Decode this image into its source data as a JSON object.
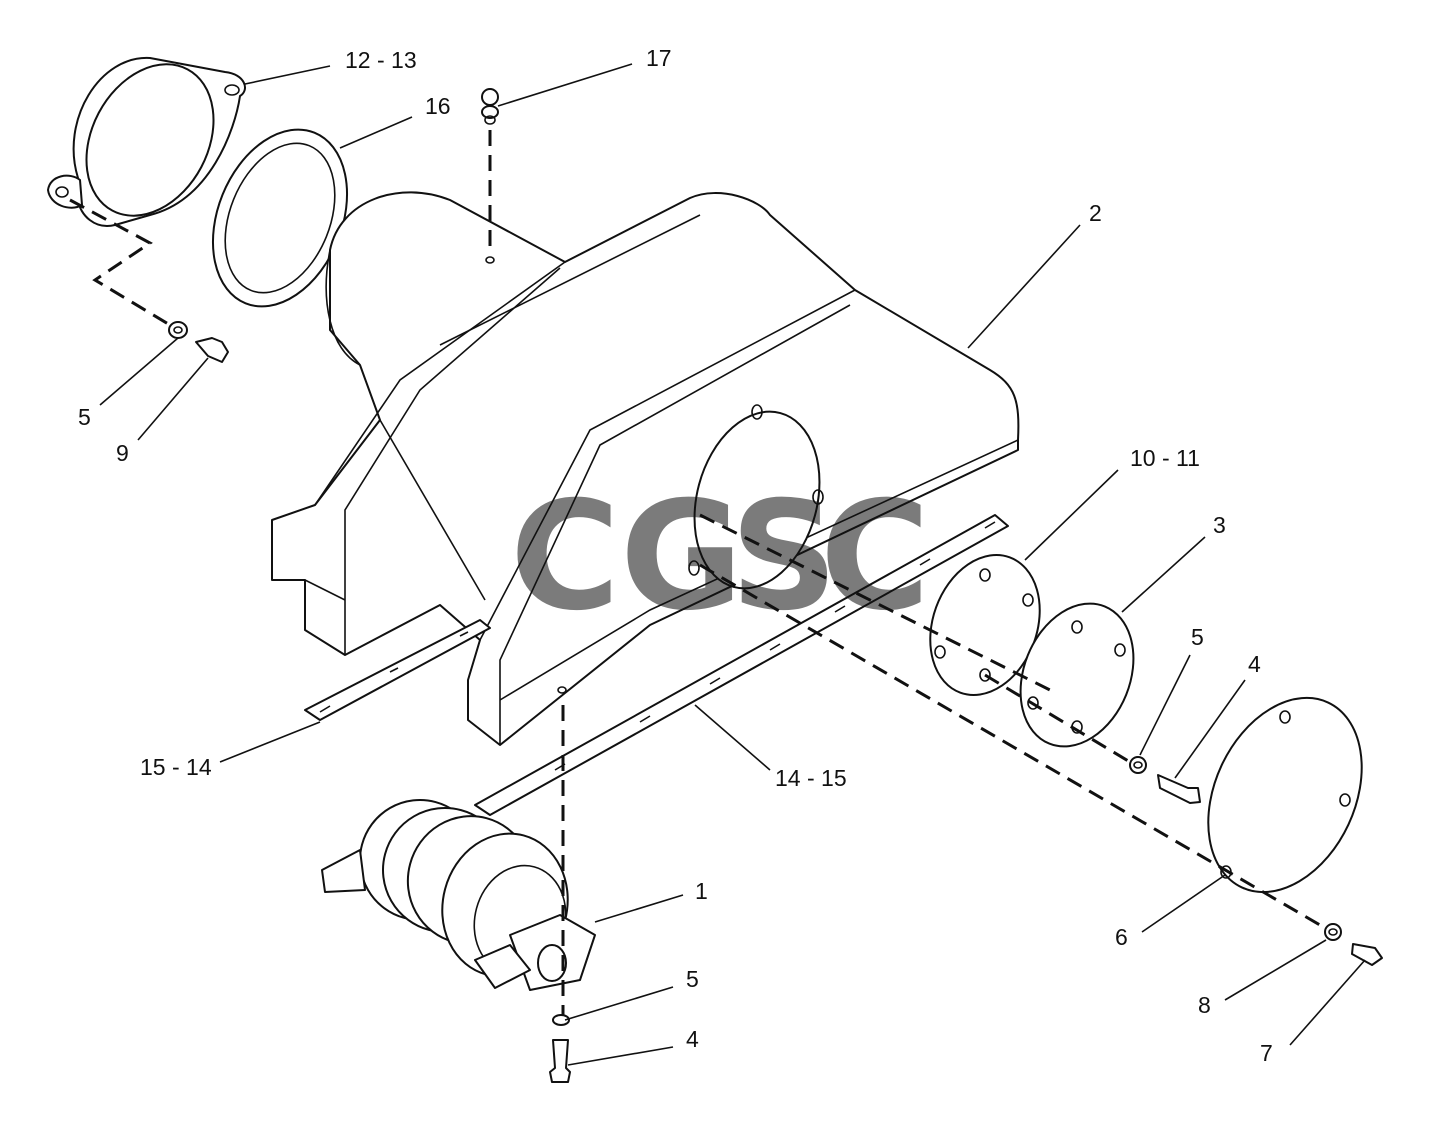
{
  "diagram": {
    "callouts": [
      {
        "id": "c-12-13",
        "text": "12 - 13"
      },
      {
        "id": "c-16",
        "text": "16"
      },
      {
        "id": "c-17",
        "text": "17"
      },
      {
        "id": "c-2",
        "text": "2"
      },
      {
        "id": "c-5a",
        "text": "5"
      },
      {
        "id": "c-9",
        "text": "9"
      },
      {
        "id": "c-10-11",
        "text": "10 - 11"
      },
      {
        "id": "c-3",
        "text": "3"
      },
      {
        "id": "c-5b",
        "text": "5"
      },
      {
        "id": "c-4a",
        "text": "4"
      },
      {
        "id": "c-15-14",
        "text": "15 - 14"
      },
      {
        "id": "c-14-15",
        "text": "14 - 15"
      },
      {
        "id": "c-1",
        "text": "1"
      },
      {
        "id": "c-5c",
        "text": "5"
      },
      {
        "id": "c-4b",
        "text": "4"
      },
      {
        "id": "c-6",
        "text": "6"
      },
      {
        "id": "c-8",
        "text": "8"
      },
      {
        "id": "c-7",
        "text": "7"
      }
    ],
    "watermark": {
      "letters": [
        "C",
        "G",
        "S",
        "C"
      ],
      "colors": [
        "#4c8df6",
        "#ec5a4d",
        "#f7c528",
        "#2f9e5b"
      ]
    }
  }
}
